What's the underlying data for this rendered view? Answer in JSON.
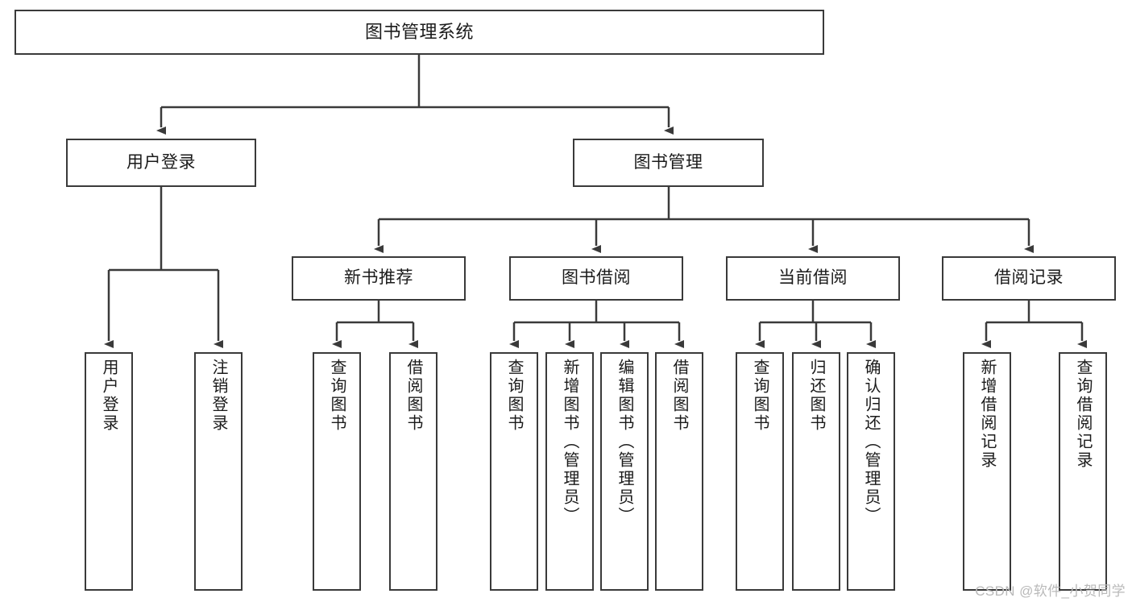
{
  "diagram": {
    "title": "图书管理系统",
    "type": "功能结构图",
    "colors": {
      "stroke": "#3a3a3a",
      "fill": "#ffffff",
      "text": "#1b1b1b",
      "watermark": "#b9b9b9"
    },
    "root": {
      "id": "root",
      "label": "图书管理系统"
    },
    "level1": [
      {
        "id": "user-login",
        "label": "用户登录"
      },
      {
        "id": "book-manage",
        "label": "图书管理"
      }
    ],
    "level2": [
      {
        "id": "new-book-rec",
        "label": "新书推荐",
        "parent": "book-manage"
      },
      {
        "id": "book-borrow",
        "label": "图书借阅",
        "parent": "book-manage"
      },
      {
        "id": "current-borrow",
        "label": "当前借阅",
        "parent": "book-manage"
      },
      {
        "id": "borrow-record",
        "label": "借阅记录",
        "parent": "book-manage"
      }
    ],
    "leaves": [
      {
        "id": "leaf-user-login",
        "label": "用户登录",
        "parent": "user-login"
      },
      {
        "id": "leaf-user-logout",
        "label": "注销登录",
        "parent": "user-login"
      },
      {
        "id": "leaf-query-book-1",
        "label": "查询图书",
        "parent": "new-book-rec"
      },
      {
        "id": "leaf-borrow-book-1",
        "label": "借阅图书",
        "parent": "new-book-rec"
      },
      {
        "id": "leaf-query-book-2",
        "label": "查询图书",
        "parent": "book-borrow"
      },
      {
        "id": "leaf-add-book",
        "label": "新增图书（管理员）",
        "parent": "book-borrow"
      },
      {
        "id": "leaf-edit-book",
        "label": "编辑图书（管理员）",
        "parent": "book-borrow"
      },
      {
        "id": "leaf-borrow-book-2",
        "label": "借阅图书",
        "parent": "book-borrow"
      },
      {
        "id": "leaf-query-book-3",
        "label": "查询图书",
        "parent": "current-borrow"
      },
      {
        "id": "leaf-return-book",
        "label": "归还图书",
        "parent": "current-borrow"
      },
      {
        "id": "leaf-confirm-return",
        "label": "确认归还（管理员）",
        "parent": "current-borrow"
      },
      {
        "id": "leaf-add-record",
        "label": "新增借阅记录",
        "parent": "borrow-record"
      },
      {
        "id": "leaf-query-record",
        "label": "查询借阅记录",
        "parent": "borrow-record"
      }
    ],
    "watermark": "CSDN @软件_小贺同学"
  }
}
